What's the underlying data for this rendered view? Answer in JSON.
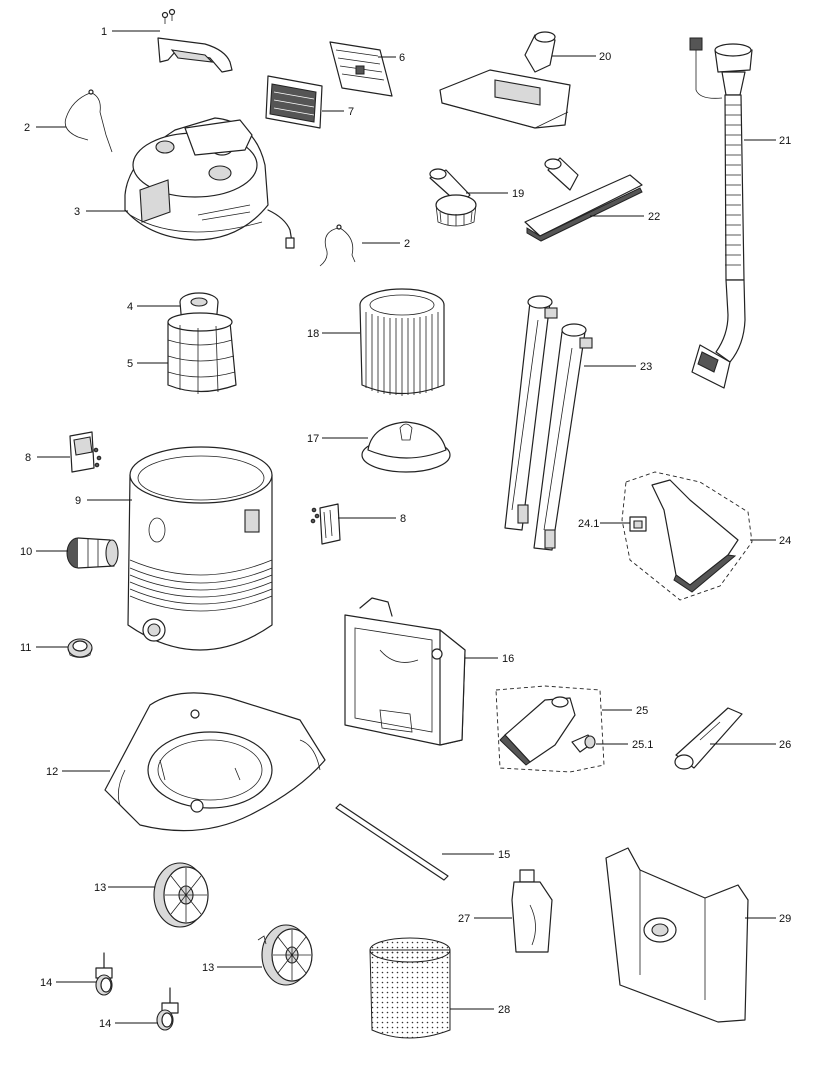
{
  "labels": {
    "l1": "1",
    "l2a": "2",
    "l2b": "2",
    "l3": "3",
    "l4": "4",
    "l5": "5",
    "l6": "6",
    "l7": "7",
    "l8a": "8",
    "l8b": "8",
    "l9": "9",
    "l10": "10",
    "l11": "11",
    "l12": "12",
    "l13a": "13",
    "l13b": "13",
    "l14a": "14",
    "l14b": "14",
    "l15": "15",
    "l16": "16",
    "l17": "17",
    "l18": "18",
    "l19": "19",
    "l20": "20",
    "l21": "21",
    "l22": "22",
    "l23": "23",
    "l24": "24",
    "l24_1": "24.1",
    "l25": "25",
    "l25_1": "25.1",
    "l26": "26",
    "l27": "27",
    "l28": "28",
    "l29": "29"
  }
}
